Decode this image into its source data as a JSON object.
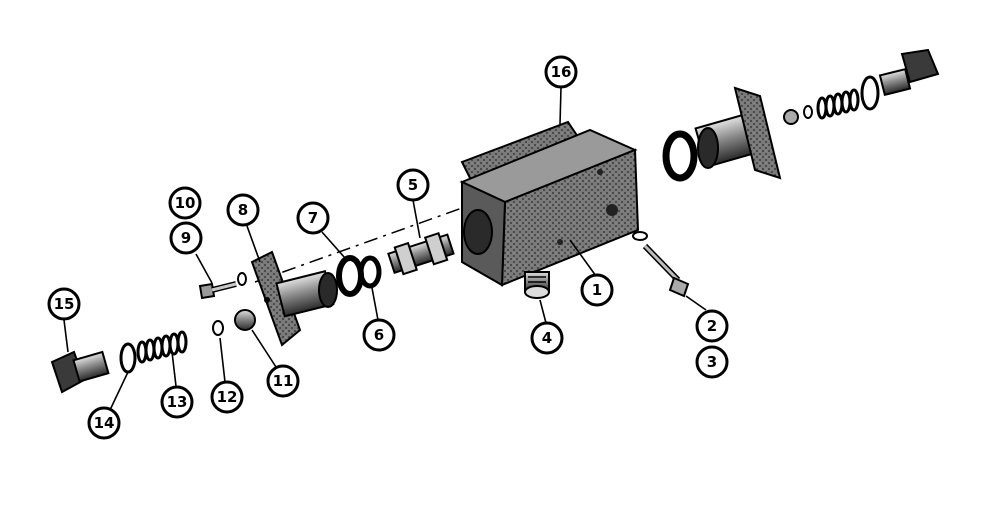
{
  "callouts": {
    "c1": "1",
    "c2": "2",
    "c3": "3",
    "c4": "4",
    "c5": "5",
    "c6": "6",
    "c7": "7",
    "c8": "8",
    "c9": "9",
    "c10": "10",
    "c11": "11",
    "c12": "12",
    "c13": "13",
    "c14": "14",
    "c15": "15",
    "c16": "16"
  },
  "colors": {
    "ink": "#000000",
    "paper": "#ffffff",
    "metal": "#6e6e6e",
    "metal_dark": "#2e2e2e"
  }
}
